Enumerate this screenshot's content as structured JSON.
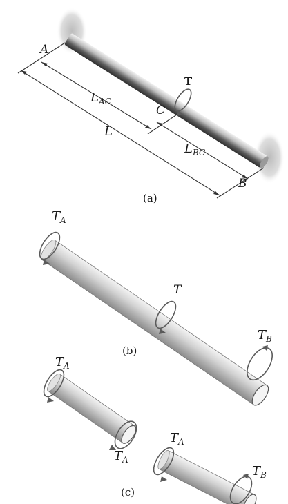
{
  "figure_a": {
    "label_A": "A",
    "label_B": "B",
    "label_C": "C",
    "label_T": "T",
    "L_AC_main": "L",
    "L_AC_sub": "AC",
    "L_BC_main": "L",
    "L_BC_sub": "BC",
    "L_main": "L",
    "caption": "(a)"
  },
  "figure_b": {
    "TA_main": "T",
    "TA_sub": "A",
    "T_label": "T",
    "TB_main": "T",
    "TB_sub": "B",
    "caption": "(b)"
  },
  "figure_c": {
    "left_TA_top_main": "T",
    "left_TA_top_sub": "A",
    "left_TA_bottom_main": "T",
    "left_TA_bottom_sub": "A",
    "right_TA_main": "T",
    "right_TA_sub": "A",
    "right_TB_main": "T",
    "right_TB_sub": "B",
    "caption": "(c)"
  },
  "colors": {
    "shaft_dark": "#3a3a3a",
    "shaft_light": "#e8e8e8",
    "torque_arrow": "#5a5a5a",
    "wall_fill": "#cfcfcf"
  }
}
